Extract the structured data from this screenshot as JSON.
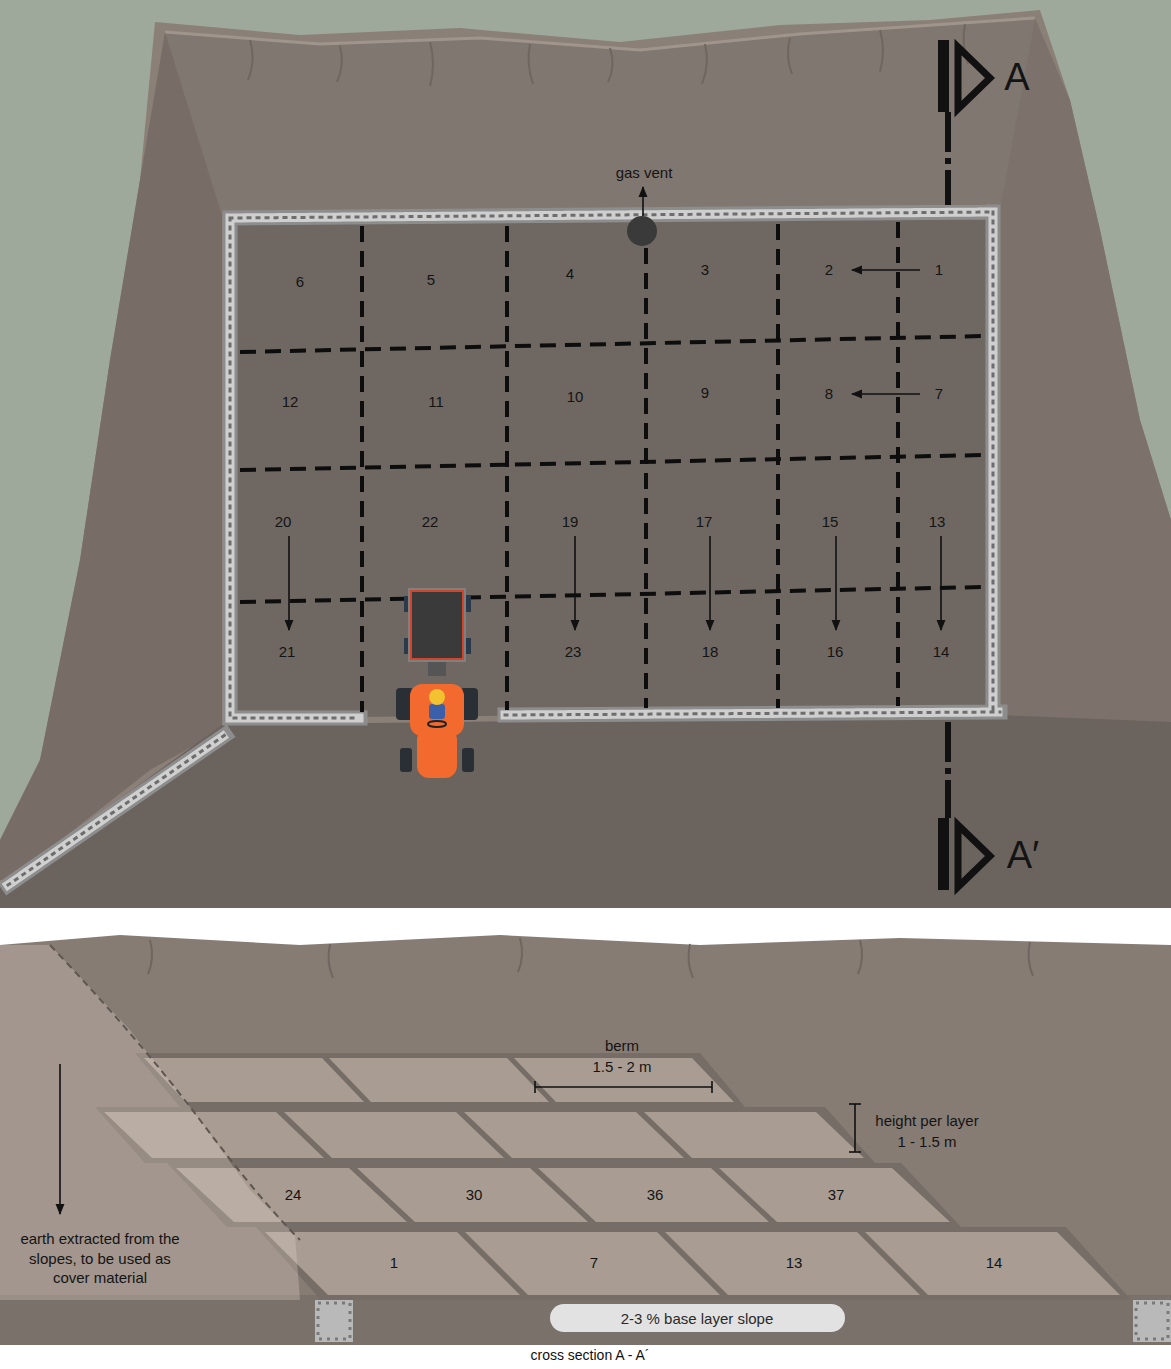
{
  "diagram": {
    "caption": "cross section A - A´",
    "nodes": [
      {
        "text": [
          "2-3 % base layer slope"
        ]
      }
    ],
    "labels": [
      "gas vent",
      "A",
      "A′",
      "6",
      "5",
      "4",
      "3",
      "2",
      "1",
      "12",
      "11",
      "10",
      "9",
      "8",
      "7",
      "20",
      "22",
      "19",
      "17",
      "15",
      "13",
      "21",
      "23",
      "18",
      "16",
      "14",
      "berm",
      "1.5 - 2 m",
      "height per layer",
      "1 - 1.5 m",
      "earth extracted from the slopes, to be used as cover material",
      "24",
      "30",
      "36",
      "37",
      "1",
      "7",
      "13",
      "14"
    ]
  }
}
